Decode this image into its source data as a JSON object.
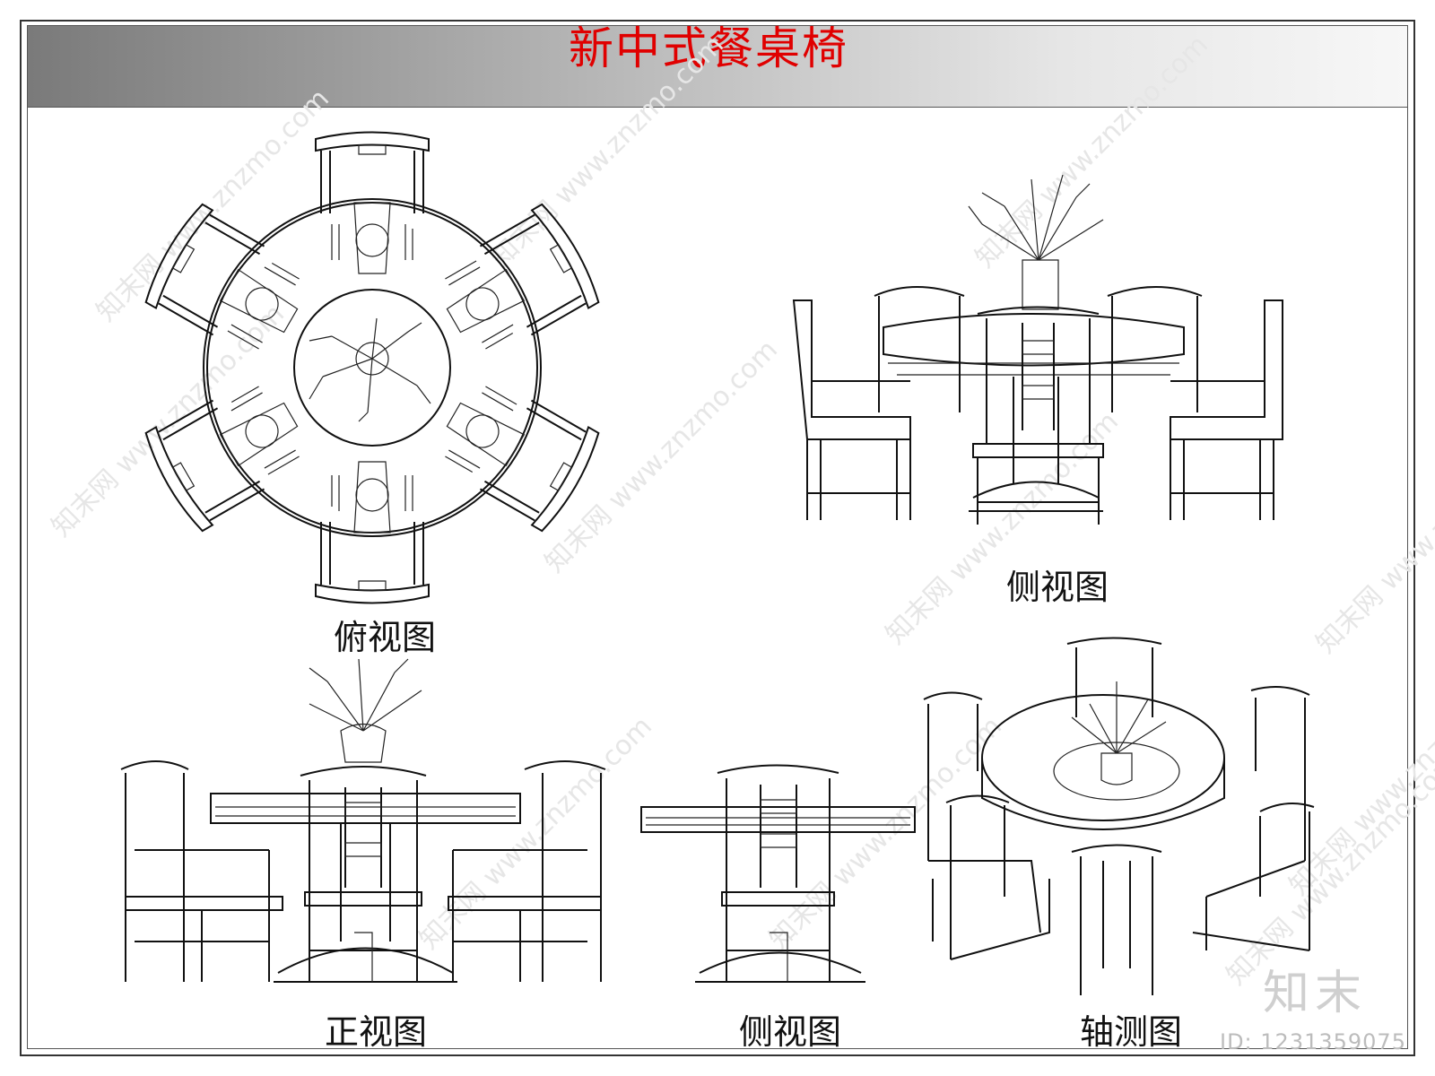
{
  "title": "新中式餐桌椅",
  "views": {
    "top": "俯视图",
    "side_right": "侧视图",
    "front": "正视图",
    "side_bottom": "侧视图",
    "axonometric": "轴测图"
  },
  "watermark": {
    "brand_logo": "知末",
    "url": "知末网 www.znzmo.com",
    "id": "ID: 1231359075"
  },
  "colors": {
    "title": "#e00000",
    "line": "#111111",
    "header_dark": "#7a7a7a",
    "header_light": "#f7f7f7"
  }
}
